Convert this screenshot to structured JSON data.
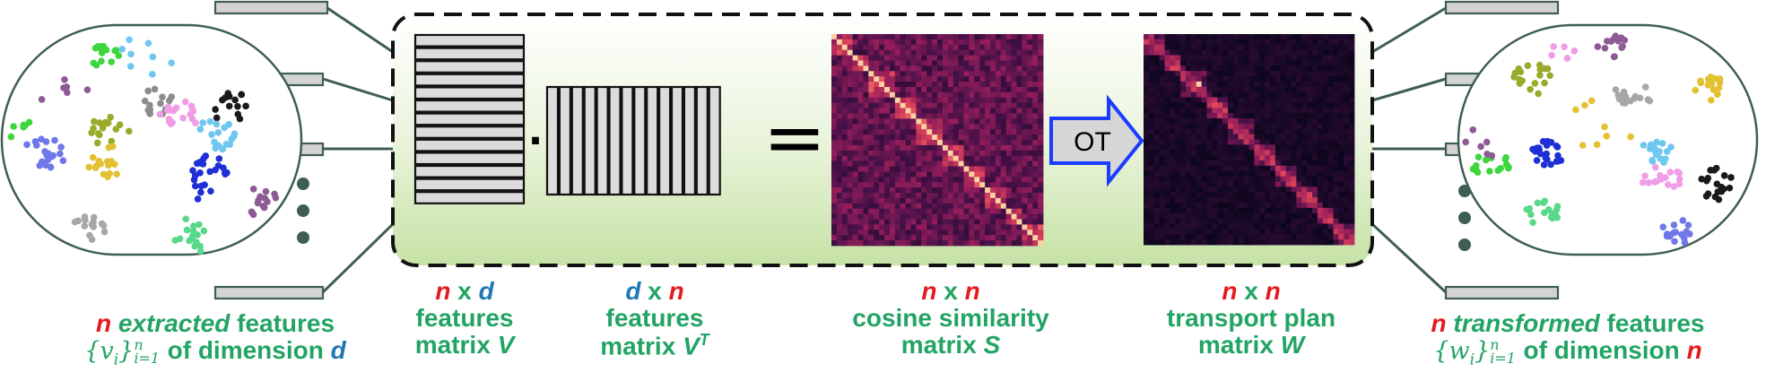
{
  "colors": {
    "accent_red": "#e41a1c",
    "accent_blue": "#1f78b4",
    "accent_green": "#22a464",
    "panel_fill": "#d9ecc4",
    "ot_arrow_fill": "#d6d6d6",
    "ot_arrow_stroke": "#1a3cff",
    "heatmap_dark": "#1d0a2e",
    "heatmap_hot": "#f07a5a"
  },
  "ot_label": "OT",
  "equals_sign": "=",
  "dot_operator": "·",
  "captions": {
    "extracted": {
      "n": "n",
      "word_italic": "extracted",
      "word_rest": "features",
      "set_open": "{",
      "set_var": "v",
      "set_var_sub": "i",
      "set_close": "}",
      "set_sup": "n",
      "set_sub": "i=1",
      "of_dim": "of dimension",
      "dim": "d"
    },
    "features_V": {
      "rows_sym": "n",
      "times": "x",
      "cols_sym": "d",
      "line2": "features",
      "line3_prefix": "matrix",
      "symbol": "V"
    },
    "features_VT": {
      "rows_sym": "d",
      "times": "x",
      "cols_sym": "n",
      "line2": "features",
      "line3_prefix": "matrix",
      "symbol": "V",
      "sup": "T"
    },
    "cosine": {
      "rows_sym": "n",
      "times": "x",
      "cols_sym": "n",
      "line2": "cosine similarity",
      "line3_prefix": "matrix",
      "symbol": "S"
    },
    "transport": {
      "rows_sym": "n",
      "times": "x",
      "cols_sym": "n",
      "line2": "transport plan",
      "line3_prefix": "matrix",
      "symbol": "W"
    },
    "transformed": {
      "n": "n",
      "word_italic": "transformed",
      "word_rest": "features",
      "set_open": "{",
      "set_var": "w",
      "set_var_sub": "i",
      "set_close": "}",
      "set_sup": "n",
      "set_sub": "i=1",
      "of_dim": "of dimension",
      "dim": "n"
    }
  }
}
